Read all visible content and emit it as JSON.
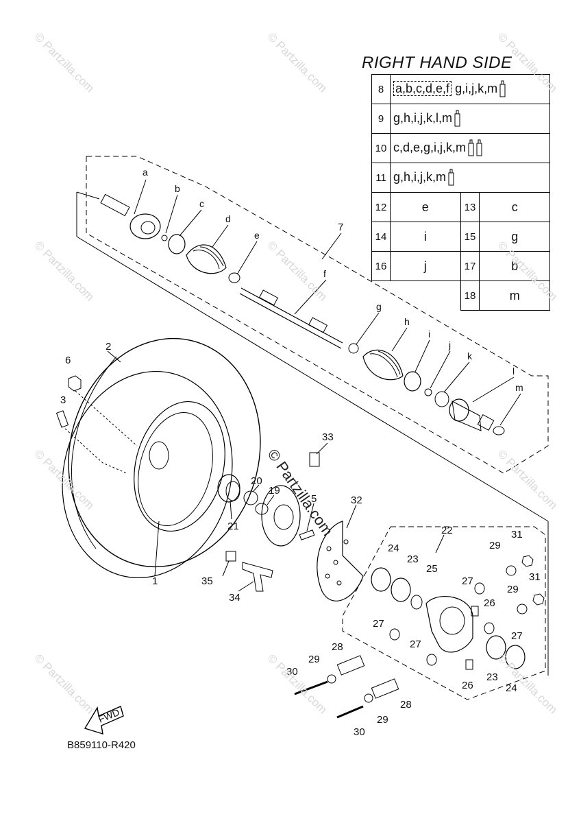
{
  "title": "RIGHT HAND SIDE",
  "diagram_code": "B859110-R420",
  "fwd_label": "FWD",
  "watermark": "© Partzilla.com",
  "legend_kits": [
    {
      "num": "8",
      "boxed": "a,b,c,d,e,f",
      "rest": "g,i,j,k,m",
      "tubes": 1
    },
    {
      "num": "9",
      "boxed": "",
      "rest": "g,h,i,j,k,l,m",
      "tubes": 1
    },
    {
      "num": "10",
      "boxed": "",
      "rest": "c,d,e,g,i,j,k,m",
      "tubes": 2
    },
    {
      "num": "11",
      "boxed": "",
      "rest": "g,h,i,j,k,m",
      "tubes": 1
    }
  ],
  "legend_pairs": [
    {
      "num_a": "12",
      "val_a": "e",
      "num_b": "13",
      "val_b": "c"
    },
    {
      "num_a": "14",
      "val_a": "i",
      "num_b": "15",
      "val_b": "g"
    },
    {
      "num_a": "16",
      "val_a": "j",
      "num_b": "17",
      "val_b": "b"
    },
    {
      "num_a": "",
      "val_a": "",
      "num_b": "18",
      "val_b": "m"
    }
  ],
  "letter_callouts": [
    "a",
    "b",
    "c",
    "d",
    "e",
    "f",
    "g",
    "h",
    "i",
    "j",
    "k",
    "l",
    "m"
  ],
  "number_callouts": [
    "1",
    "2",
    "3",
    "5",
    "6",
    "7",
    "19",
    "20",
    "21",
    "22",
    "23",
    "23",
    "24",
    "24",
    "25",
    "26",
    "26",
    "27",
    "27",
    "27",
    "27",
    "28",
    "28",
    "29",
    "29",
    "29",
    "29",
    "30",
    "30",
    "31",
    "31",
    "32",
    "33",
    "34",
    "35"
  ]
}
